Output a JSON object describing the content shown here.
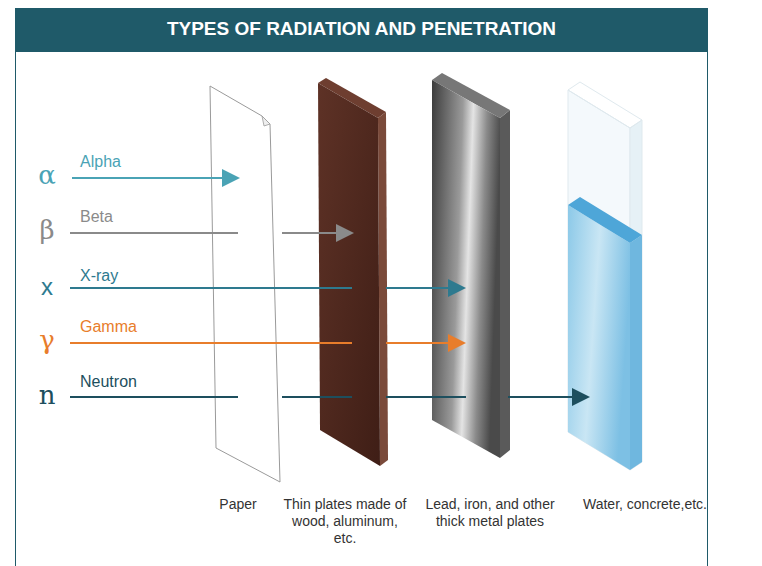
{
  "diagram": {
    "title": "TYPES OF RADIATION AND PENETRATION",
    "labels": [
      "α",
      "Alpha",
      "β",
      "Beta",
      "x",
      "X-ray",
      "γ",
      "Gamma",
      "n",
      "Neutron",
      "Paper",
      "Thin plates made of wood, aluminum, etc.",
      "Lead, iron, and other thick metal plates",
      "Water, concrete,etc."
    ]
  }
}
